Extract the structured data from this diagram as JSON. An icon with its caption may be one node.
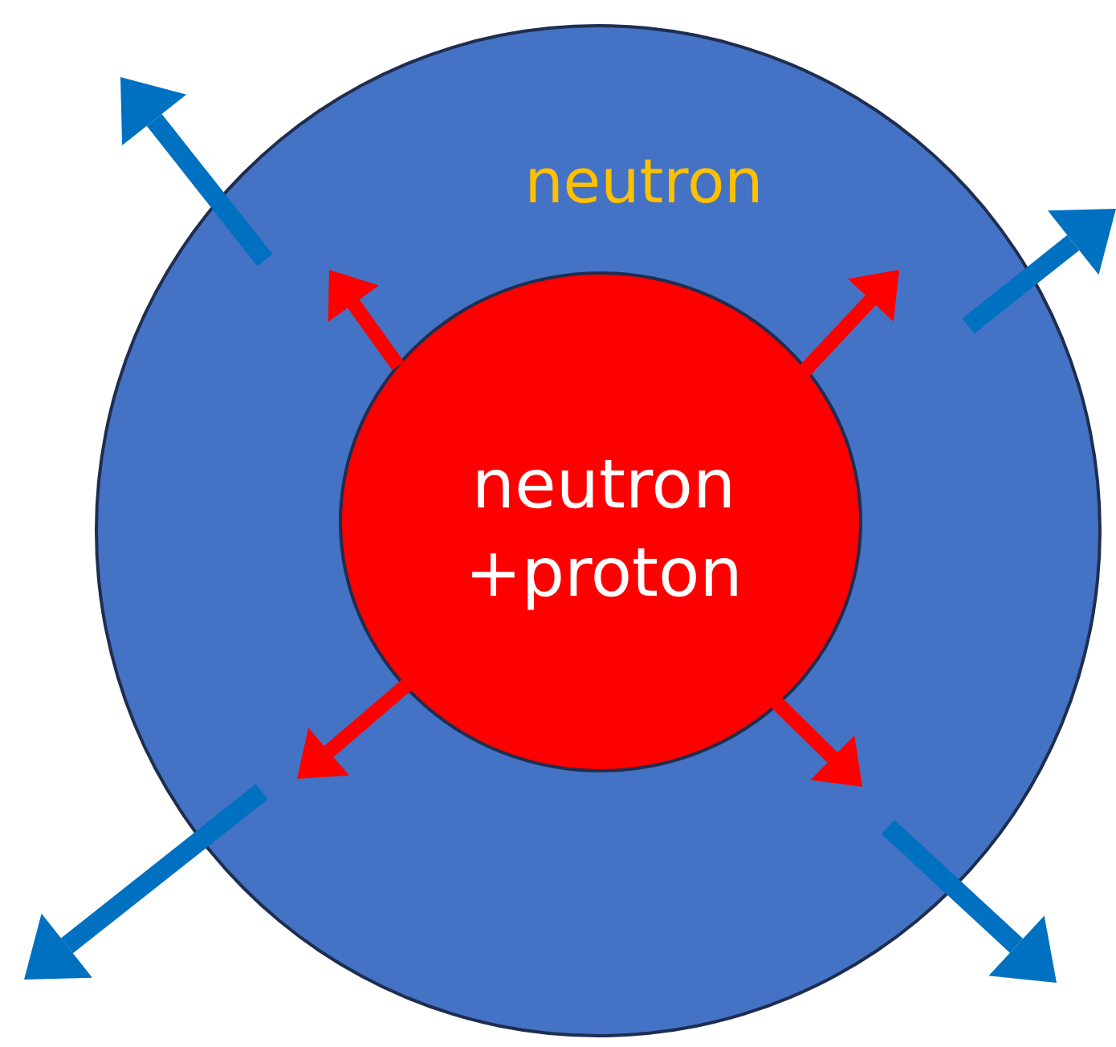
{
  "diagram": {
    "nodes": [
      {
        "text": [
          "neutron"
        ]
      },
      {
        "text": [
          "neutron +proton"
        ],
        "in": 0
      }
    ]
  }
}
